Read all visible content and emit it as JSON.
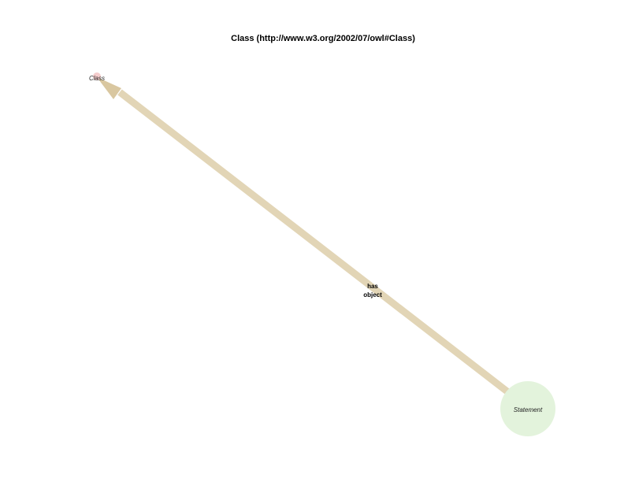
{
  "title": "Class (http://www.w3.org/2002/07/owl#Class)",
  "nodes": [
    {
      "id": "class",
      "label": "Class",
      "color": "#f4cccc"
    },
    {
      "id": "statement",
      "label": "Statement",
      "color": "#e3f3dc"
    }
  ],
  "edges": [
    {
      "from": "statement",
      "to": "class",
      "label_line1": "has",
      "label_line2": "object",
      "color": "#e2d5b6",
      "arrow_color": "#d9c7a0"
    }
  ]
}
